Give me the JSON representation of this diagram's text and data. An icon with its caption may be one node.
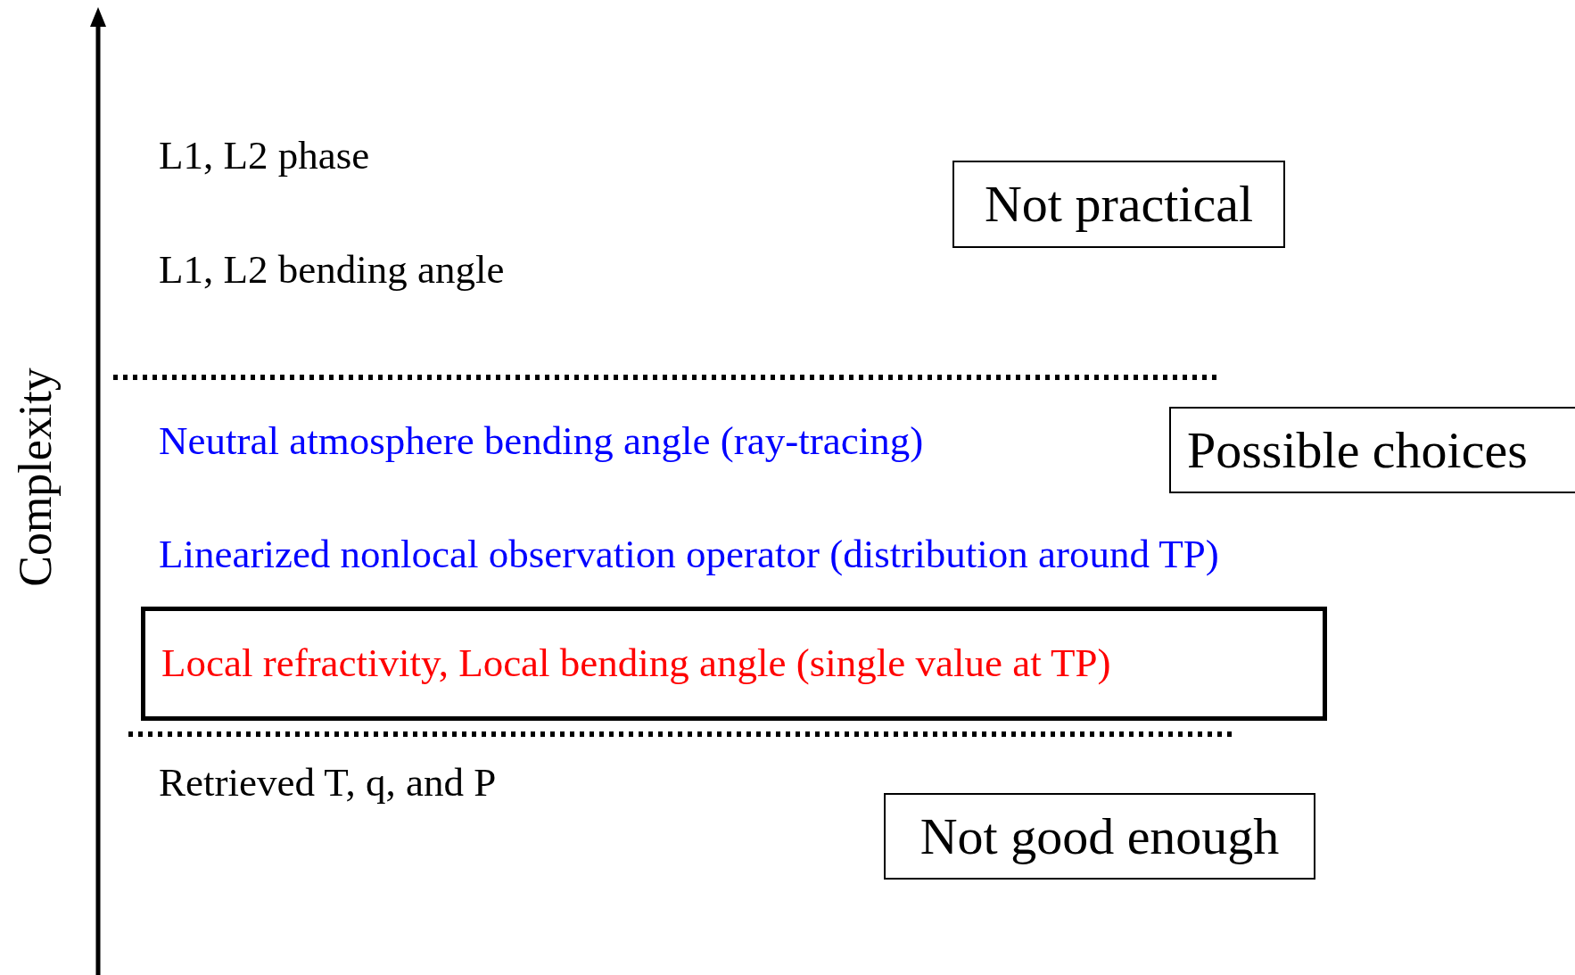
{
  "diagram": {
    "nodes": [
      {
        "text": [
          "Not practical"
        ]
      },
      {
        "text": [
          "Possible choices"
        ]
      },
      {
        "text": [
          "Local refractivity, Local bending angle (single value at TP)"
        ]
      },
      {
        "text": [
          "Not good enough"
        ]
      }
    ],
    "labels": [
      "Complexity",
      "L1, L2 phase",
      "L1, L2 bending angle",
      "Neutral atmosphere bending angle (ray-tracing)",
      "Linearized nonlocal observation operator (distribution around TP)",
      "Retrieved T, q, and P"
    ]
  }
}
